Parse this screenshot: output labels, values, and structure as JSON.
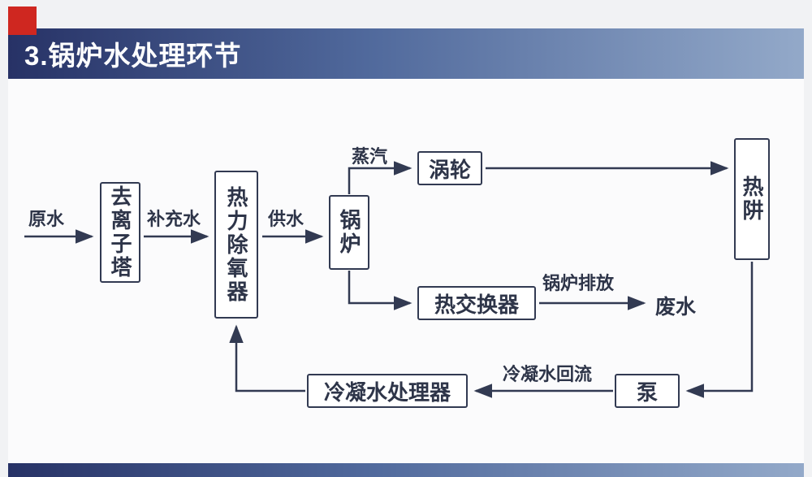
{
  "header": {
    "title": "3.锅炉水处理环节"
  },
  "colors": {
    "accent_red": "#cf2720",
    "header_dark": "#273266",
    "header_light": "#93a9c9",
    "line": "#323a52"
  },
  "diagram": {
    "nodes": {
      "deionizer": {
        "label": "去离子塔"
      },
      "deaerator": {
        "label": "热力除氧器"
      },
      "boiler": {
        "label": "锅炉"
      },
      "turbine": {
        "label": "涡轮"
      },
      "heat_sink": {
        "label": "热阱"
      },
      "heat_exchanger": {
        "label": "热交换器"
      },
      "pump": {
        "label": "泵"
      },
      "condensate_processor": {
        "label": "冷凝水处理器"
      }
    },
    "labels": {
      "raw_water": "原水",
      "makeup_water": "补充水",
      "feed_water": "供水",
      "steam": "蒸汽",
      "boiler_blowdown": "锅炉排放",
      "waste_water": "废水",
      "condensate_return": "冷凝水回流"
    }
  }
}
